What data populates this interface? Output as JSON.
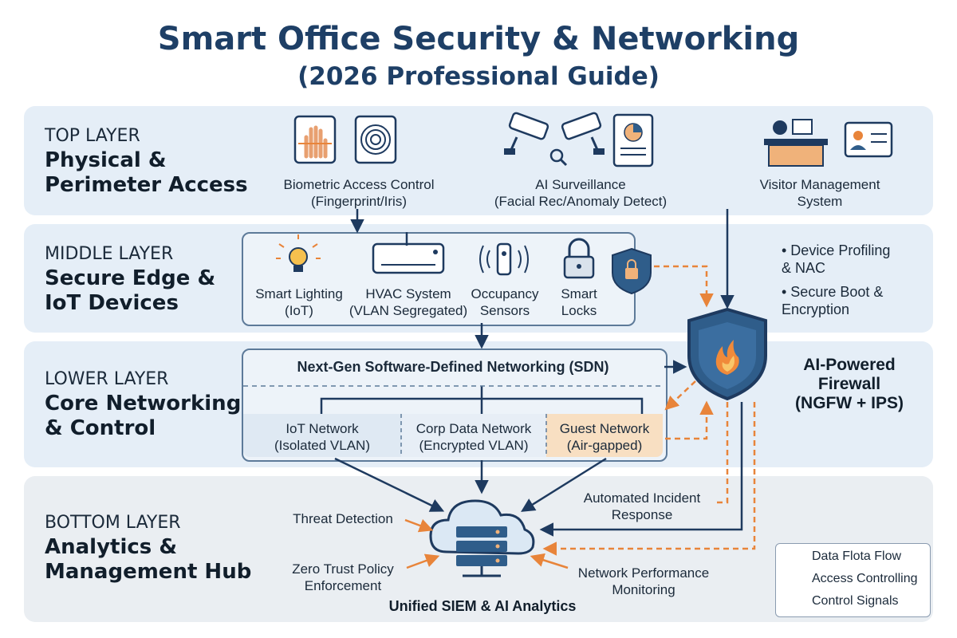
{
  "title": {
    "line1": "Smart Office Security & Networking",
    "line2": "(2026 Professional Guide)"
  },
  "layers": {
    "top": {
      "tag": "TOP LAYER",
      "name": "Physical &\nPerimeter Access"
    },
    "middle": {
      "tag": "MIDDLE LAYER",
      "name": "Secure Edge &\nIoT Devices"
    },
    "lower": {
      "tag": "LOWER LAYER",
      "name": "Core Networking\n& Control"
    },
    "bottom": {
      "tag": "BOTTOM LAYER",
      "name": "Analytics &\nManagement Hub"
    }
  },
  "top_items": {
    "biometric": "Biometric Access Control\n(Fingerprint/Iris)",
    "surveillance": "AI Surveillance\n(Facial Rec/Anomaly Detect)",
    "visitor": "Visitor Management\nSystem"
  },
  "iot_devices": {
    "lighting": "Smart Lighting\n(IoT)",
    "hvac": "HVAC System\n(VLAN Segregated)",
    "occupancy": "Occupancy\nSensors",
    "locks": "Smart\nLocks"
  },
  "edge_bullets": {
    "b1": "• Device Profiling\n  & NAC",
    "b2": "• Secure Boot &\n  Encryption"
  },
  "sdn": {
    "title": "Next-Gen Software-Defined Networking (SDN)",
    "iot_network": "IoT Network\n(Isolated VLAN)",
    "corp_network": "Corp Data Network\n(Encrypted VLAN)",
    "guest_network": "Guest Network\n(Air-gapped)"
  },
  "firewall": {
    "label": "AI-Powered\nFirewall\n(NGFW + IPS)"
  },
  "analytics": {
    "hub": "Unified SIEM & AI Analytics",
    "threat": "Threat Detection",
    "zero_trust": "Zero Trust Policy\nEnforcement",
    "incident": "Automated Incident\nResponse",
    "performance": "Network Performance\nMonitoring"
  },
  "legend": {
    "data_flow": "Data Flota Flow",
    "access": "Access Controlling",
    "control": "Control Signals"
  },
  "colors": {
    "title": "#1e3f66",
    "band": "#e5eef7",
    "navy": "#1e3a5f",
    "orange_dash": "#e8843a",
    "firewall_shield": "#2f5d8a",
    "guest_highlight": "#f8dfc2"
  }
}
